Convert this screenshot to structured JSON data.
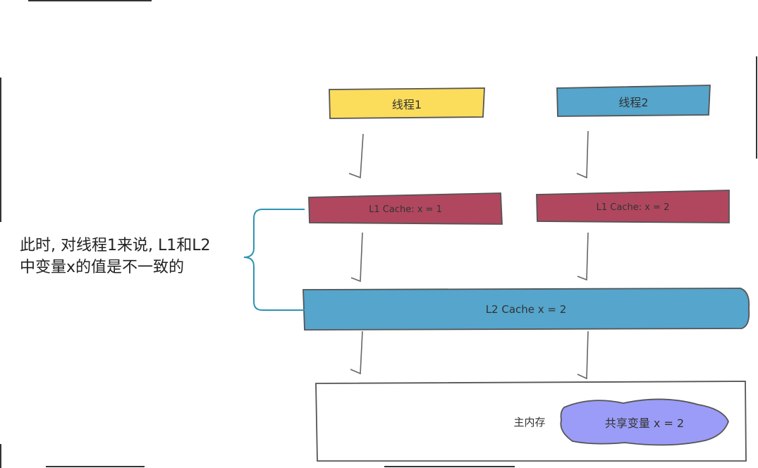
{
  "threads": [
    {
      "label": "线程1",
      "color": "#fbdc5b"
    },
    {
      "label": "线程2",
      "color": "#55a5cc"
    }
  ],
  "l1_caches": [
    {
      "label": "L1 Cache:  x = 1",
      "color": "#b0475f"
    },
    {
      "label": "L1 Cache:  x = 2",
      "color": "#b0475f"
    }
  ],
  "l2_cache": {
    "label": "L2 Cache x = 2",
    "color": "#55a5cc"
  },
  "main_memory": {
    "label": "主内存",
    "shared_variable": "共享变量 x = 2",
    "blob_color": "#9b9cf7"
  },
  "annotation": {
    "line1": "此时, 对线程1来说, L1和L2",
    "line2": "中变量x的值是不一致的",
    "brace_color": "#2f93b4"
  }
}
